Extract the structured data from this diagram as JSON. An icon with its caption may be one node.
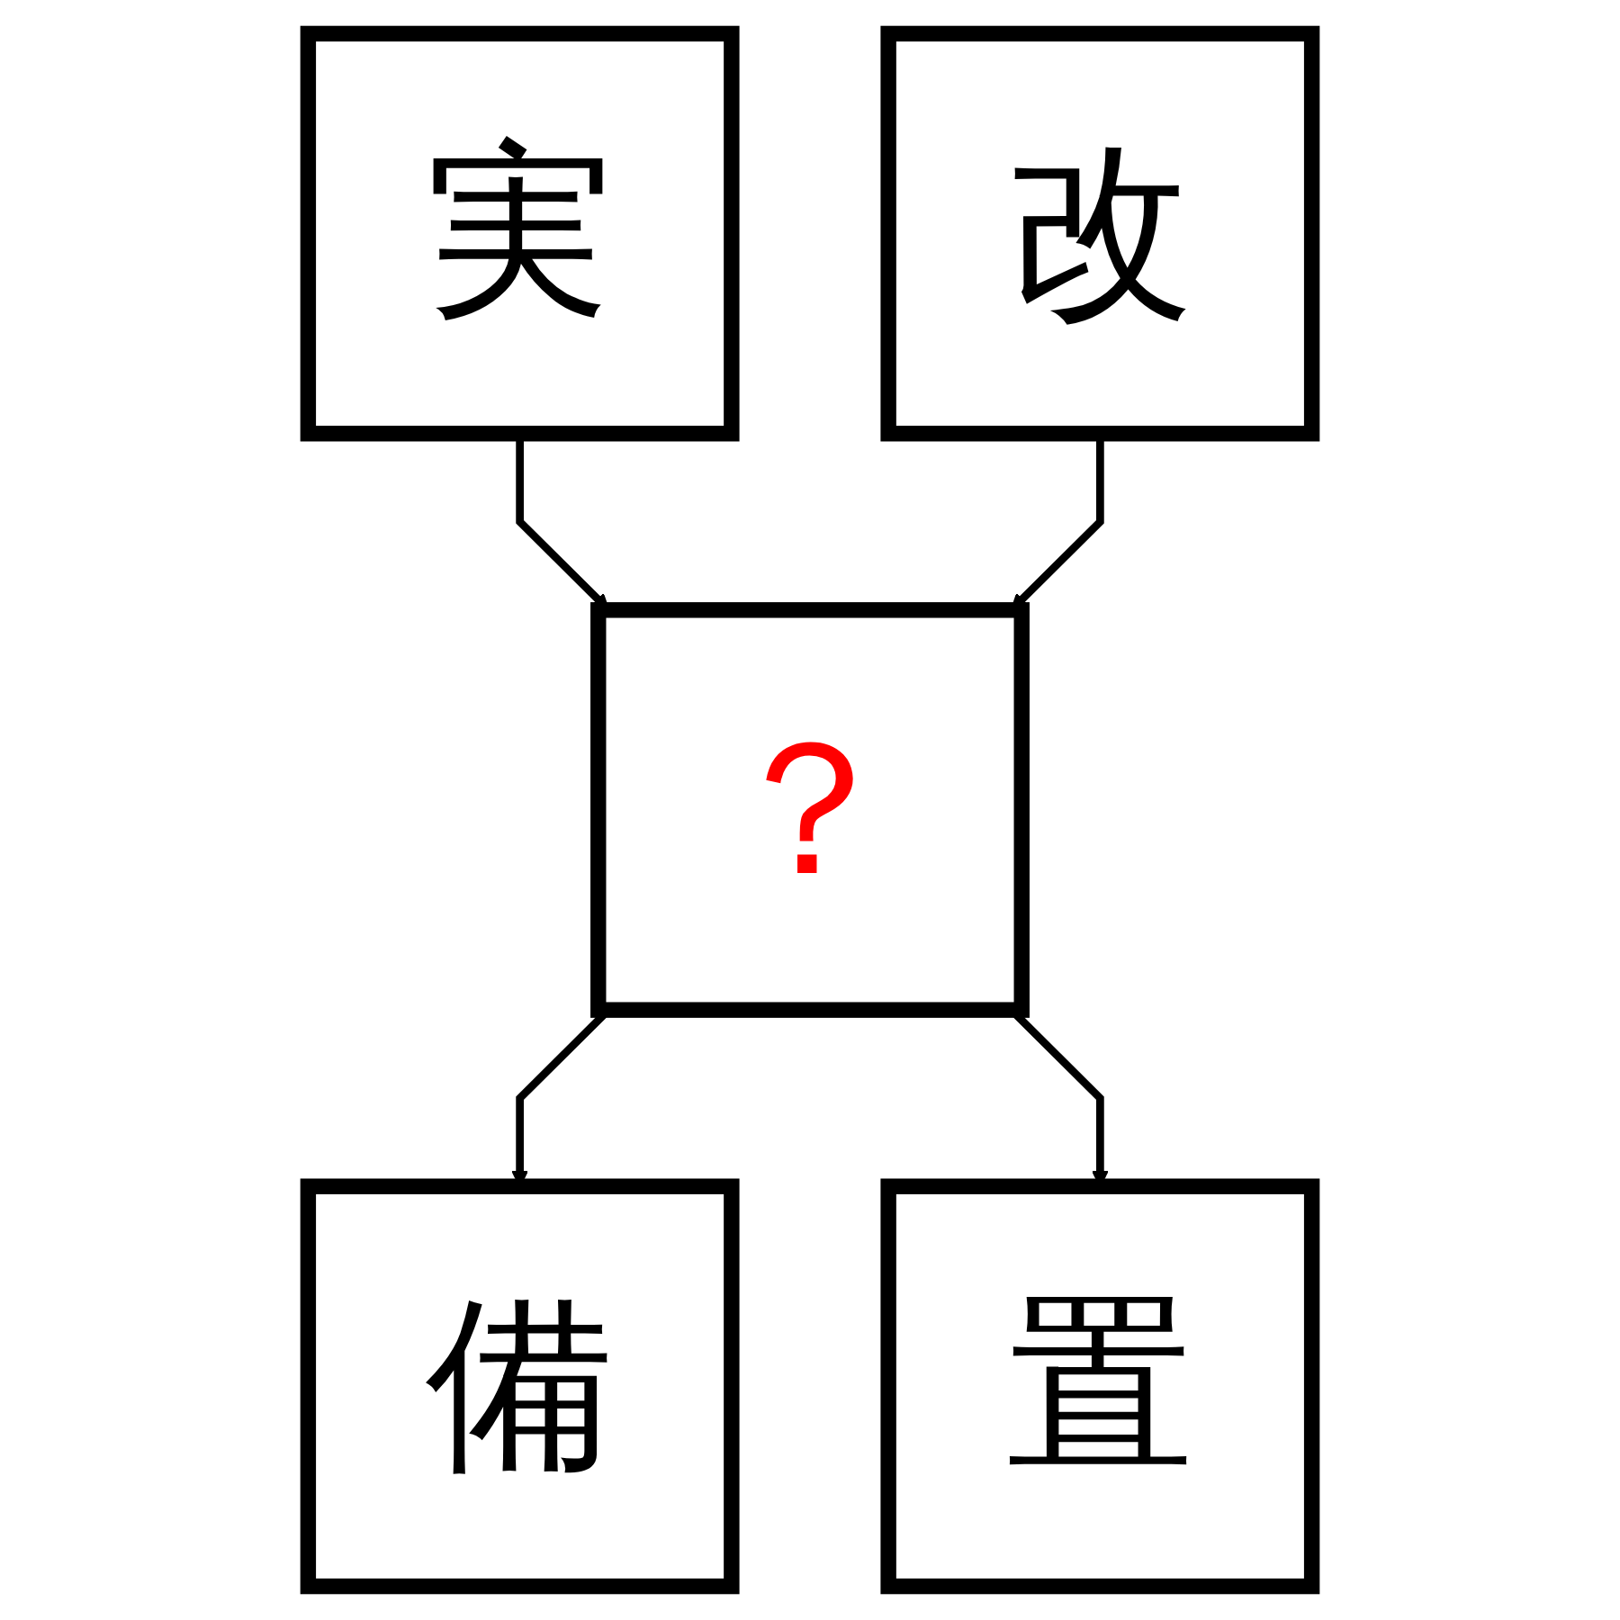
{
  "diagram": {
    "nodes": [
      {
        "text": [
          "実"
        ]
      },
      {
        "text": [
          "改"
        ]
      },
      {
        "text": [
          "？"
        ]
      },
      {
        "text": [
          "備"
        ]
      },
      {
        "text": [
          "置"
        ]
      }
    ],
    "edges": [
      {
        "from": 0,
        "to": 2,
        "arrow": "to"
      },
      {
        "from": 1,
        "to": 2,
        "arrow": "to"
      },
      {
        "from": 2,
        "to": 3,
        "arrow": "to"
      },
      {
        "from": 2,
        "to": 4,
        "arrow": "to"
      }
    ]
  }
}
